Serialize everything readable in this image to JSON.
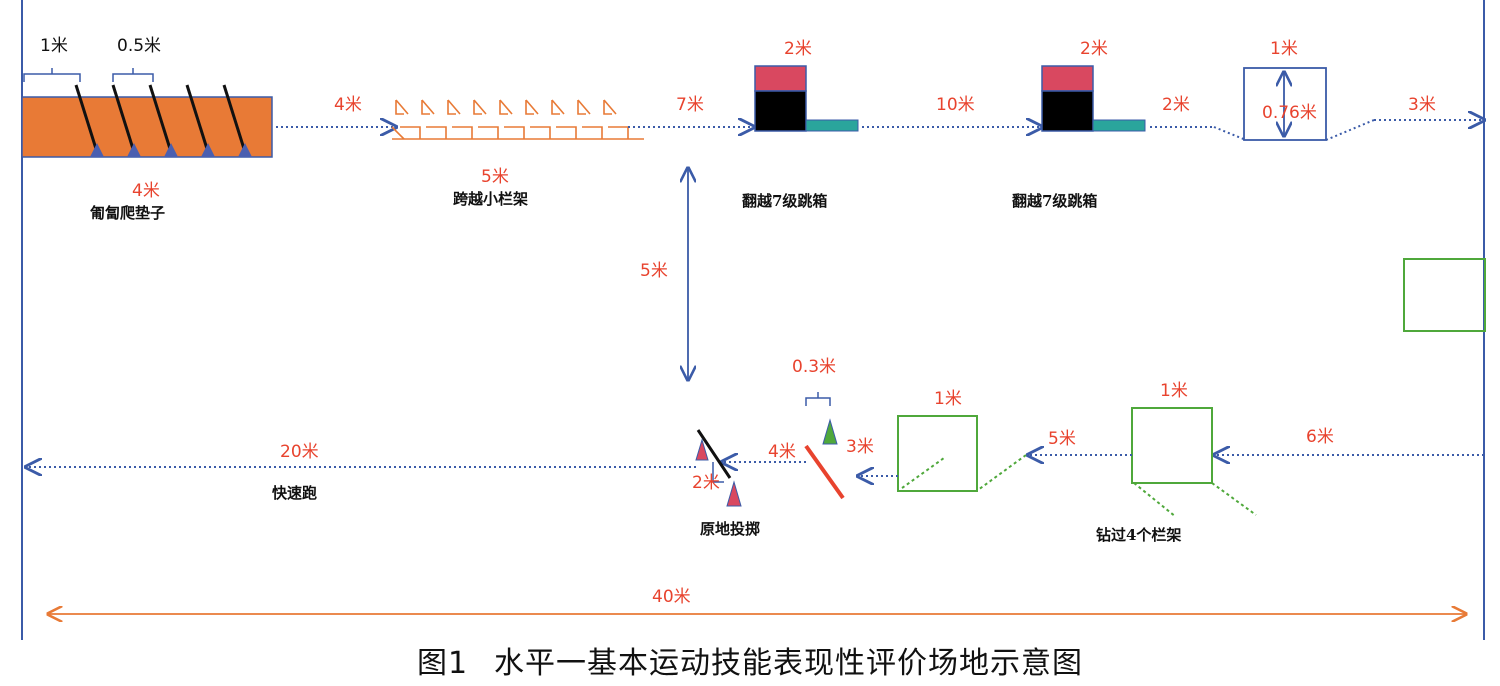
{
  "caption": {
    "number": "图1",
    "text": "水平一基本运动技能表现性评价场地示意图"
  },
  "colors": {
    "blue": "#3b5ba8",
    "red": "#e8432e",
    "orange": "#e87a36",
    "green": "#4fa83b",
    "teal": "#2aa59c",
    "crimson": "#d94860"
  },
  "stations": {
    "crawl": {
      "name": "匍匐爬垫子",
      "length": "4米",
      "marker_gap": "1米",
      "slat_gap": "0.5米"
    },
    "hurdles": {
      "name": "跨越小栏架",
      "length": "5米"
    },
    "box1": {
      "name": "翻越7级跳箱",
      "width": "2米"
    },
    "box2": {
      "name": "翻越7级跳箱",
      "width": "2米"
    },
    "square_top": {
      "side": "1米",
      "height": "0.76米"
    },
    "frames": {
      "name": "钻过4个栏架",
      "side1": "1米",
      "side2": "1米"
    },
    "throw": {
      "name": "原地投掷",
      "gap": "0.3米",
      "depth": "2米"
    },
    "sprint": {
      "name": "快速跑",
      "length": "20米"
    }
  },
  "distances": {
    "d1": "4米",
    "d2": "7米",
    "d3": "10米",
    "d4": "2米",
    "d5": "3米",
    "vertical": "5米",
    "d6": "6米",
    "d7": "5米",
    "d8": "3米",
    "d9": "4米",
    "total": "40米"
  }
}
